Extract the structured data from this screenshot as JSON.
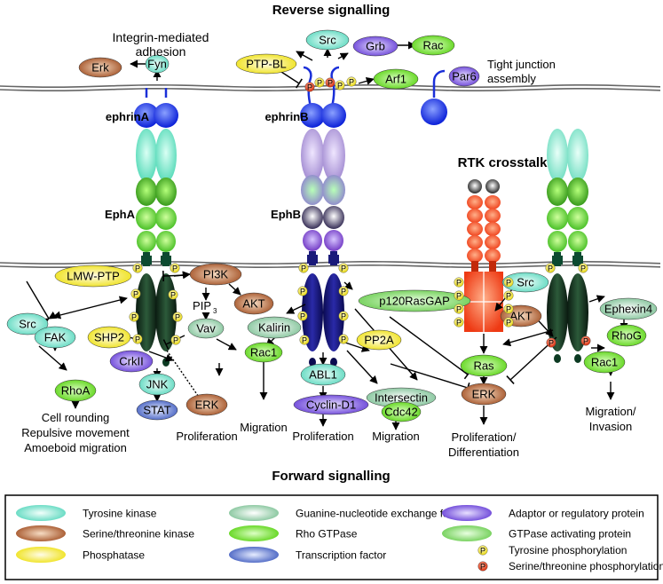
{
  "headings": {
    "reverse": "Reverse signalling",
    "forward": "Forward signalling",
    "rtk": "RTK crosstalk"
  },
  "receptors": {
    "ephrinA": "ephrinA",
    "ephrinB": "ephrinB",
    "ephA": "EphA",
    "ephB": "EphB"
  },
  "phospho": {
    "P": "P"
  },
  "annotations": {
    "integrin_1": "Integrin-mediated",
    "integrin_2": "adhesion",
    "tight_1": "Tight junction",
    "tight_2": "assembly",
    "pip_main": "PIP",
    "pip_sub": "3"
  },
  "nodes": {
    "erk_top": "Erk",
    "fyn": "Fyn",
    "src_top": "Src",
    "grb": "Grb",
    "rac_top": "Rac",
    "ptpbl": "PTP-BL",
    "arf1": "Arf1",
    "par6": "Par6",
    "lmwptp": "LMW-PTP",
    "pi3k": "PI3K",
    "akt_a": "AKT",
    "src_a": "Src",
    "fak": "FAK",
    "shp2": "SHP2",
    "crkii": "CrkII",
    "vav": "Vav",
    "rhoa": "RhoA",
    "jnk": "JNK",
    "stat": "STAT",
    "erk_a": "ERK",
    "rac1_a": "Rac1",
    "kalirin": "Kalirin",
    "p120": "p120RasGAP",
    "pp2a": "PP2A",
    "abl1": "ABL1",
    "cyclind1": "Cyclin-D1",
    "intersectin": "Intersectin",
    "cdc42": "Cdc42",
    "src_r": "Src",
    "akt_r": "AKT",
    "ephexin4": "Ephexin4",
    "ras": "Ras",
    "erk_r": "ERK",
    "rhog": "RhoG",
    "rac1_r": "Rac1"
  },
  "outcomes": {
    "cell_rounding": "Cell rounding",
    "repulsive": "Repulsive movement",
    "amoeboid": "Amoeboid migration",
    "proliferation_a": "Proliferation",
    "migration_a": "Migration",
    "proliferation_b": "Proliferation",
    "migration_b": "Migration",
    "prolif_diff_1": "Proliferation/",
    "prolif_diff_2": "Differentiation",
    "mig_inv_1": "Migration/",
    "mig_inv_2": "Invasion"
  },
  "legend": [
    {
      "label": "Tyrosine kinase",
      "color": "#7fe8cf"
    },
    {
      "label": "Guanine-nucleotide exchange factor",
      "color": "#a9d9b9"
    },
    {
      "label": "Adaptor or regulatory protein",
      "color": "#8a6ee8"
    },
    {
      "label": "Serine/threonine kinase",
      "color": "#b8693a"
    },
    {
      "label": "Rho GTPase",
      "color": "#7ee23a"
    },
    {
      "label": "GTPase activating protein",
      "color": "#8fde7a"
    },
    {
      "label": "Phosphatase",
      "color": "#f4ea2a"
    },
    {
      "label": "Transcription factor",
      "color": "#6f86d6"
    },
    {
      "label": "Tyrosine phosphorylation",
      "color": "#f4ea2a"
    },
    {
      "label": "Serine/threonine phosphorylation",
      "color": "#e8431e"
    }
  ],
  "colors": {
    "tk": "#7fe8cf",
    "stk": "#b8693a",
    "ptp": "#f4ea2a",
    "gef": "#a9d9b9",
    "rho": "#7ee23a",
    "tf": "#6f86d6",
    "adaptor": "#8a6ee8",
    "gap": "#8fde7a",
    "pY": "#f4ea2a",
    "pS": "#e8431e"
  }
}
